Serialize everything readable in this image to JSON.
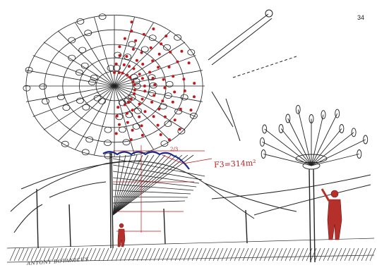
{
  "page": {
    "number": "34"
  },
  "annotations": {
    "area": "F3=314m²",
    "dimension": "2/3",
    "signature": "ANTONY BOTANICUS"
  },
  "palette": {
    "ink": "#222222",
    "accent_red": "#c0181c",
    "accent_blue": "#1a2a8c",
    "figure_red": "#b5302a",
    "paper": "#ffffff"
  }
}
